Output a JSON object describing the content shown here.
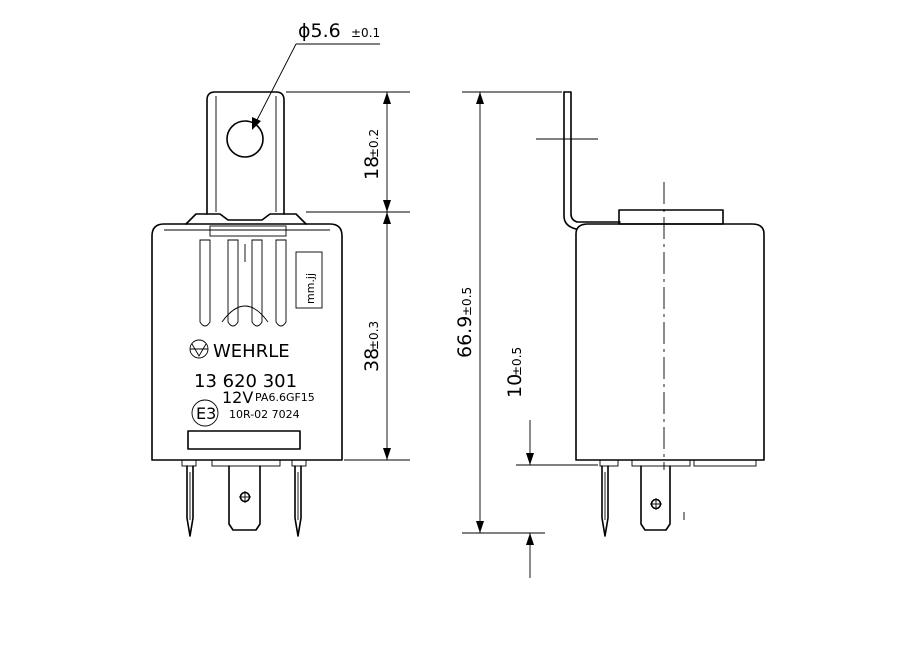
{
  "dimensions": {
    "hole_diameter": {
      "prefix": "ϕ5.6",
      "tolerance": "±0.1"
    },
    "tab_height": {
      "value": "18",
      "tolerance": "±0.2"
    },
    "body_height": {
      "value": "38",
      "tolerance": "±0.3"
    },
    "overall_height": {
      "value": "66.9",
      "tolerance": "±0.5"
    },
    "pin_length": {
      "value": "10",
      "tolerance": "±0.5"
    }
  },
  "label": {
    "brand": "WEHRLE",
    "part_number": "13 620 301",
    "voltage": "12V",
    "material": "PA6.6GF15",
    "approval_mark": "E3",
    "approval_number": "10R-02 7024",
    "date_code": "mm.jj"
  }
}
